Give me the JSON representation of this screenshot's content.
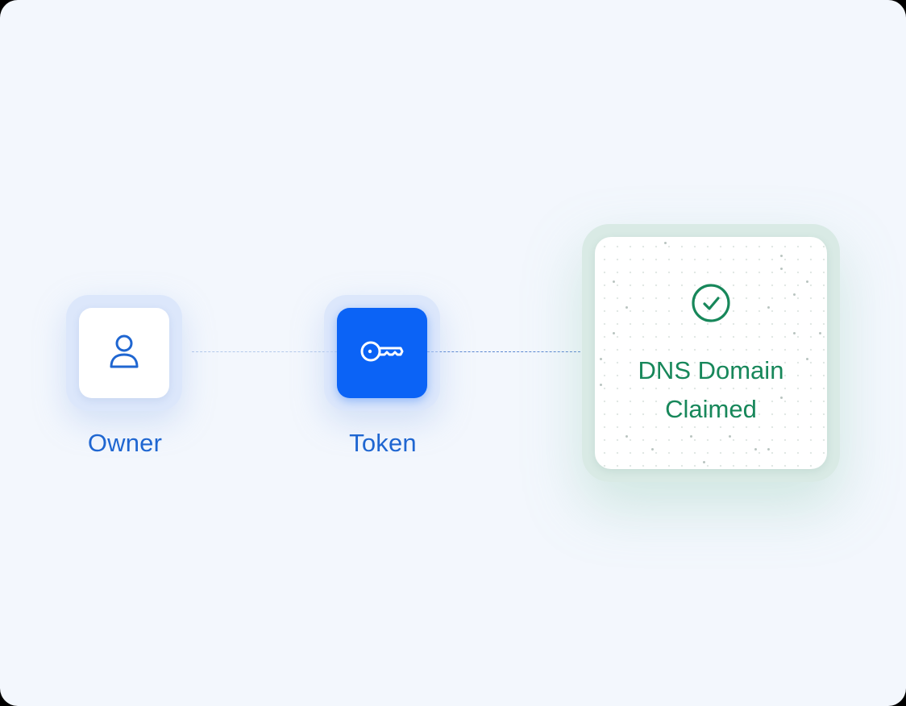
{
  "nodes": {
    "owner": {
      "label": "Owner",
      "icon": "user-icon"
    },
    "token": {
      "label": "Token",
      "icon": "key-icon"
    }
  },
  "claim": {
    "icon": "check-circle-icon",
    "line1": "DNS Domain",
    "line2": "Claimed"
  },
  "colors": {
    "background": "#f3f7fd",
    "primary_blue": "#0b63f6",
    "label_blue": "#1f66d1",
    "success_green": "#17875a"
  }
}
